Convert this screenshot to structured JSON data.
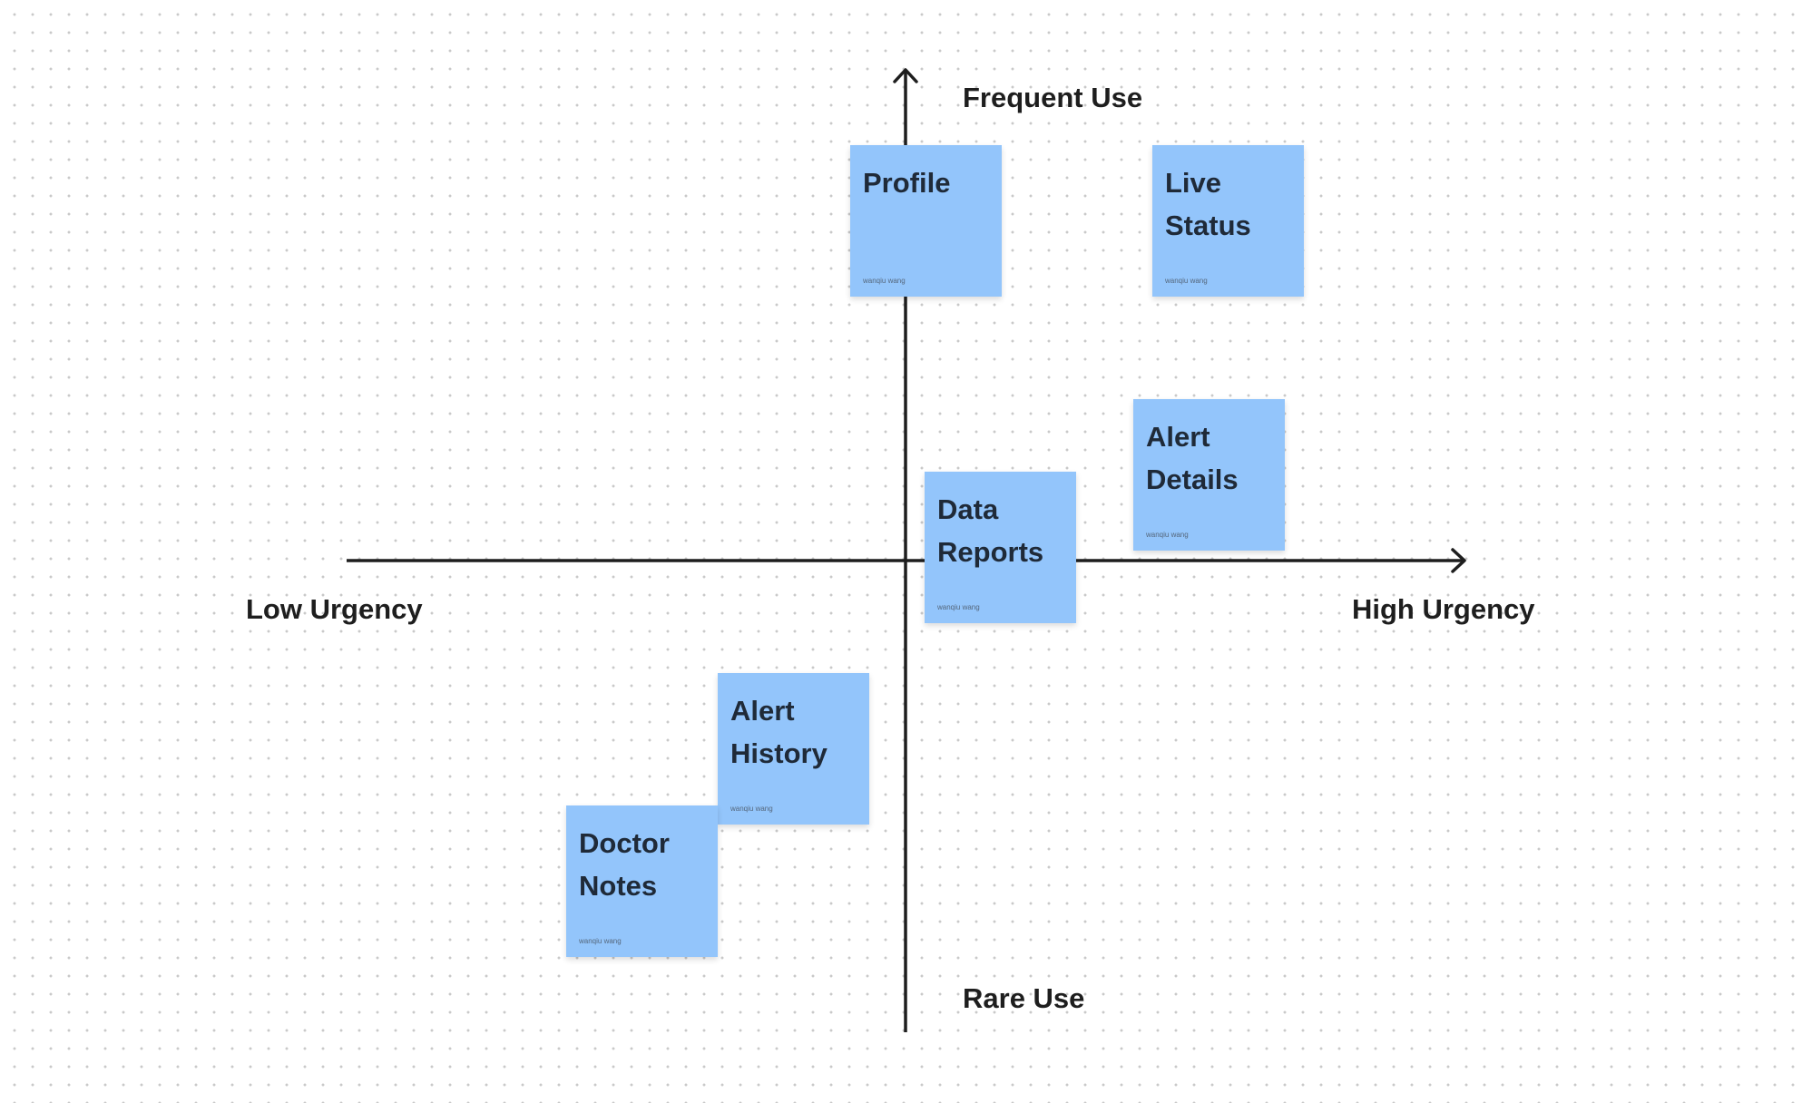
{
  "axes": {
    "top_label": "Frequent Use",
    "bottom_label": "Rare Use",
    "left_label": "Low Urgency",
    "right_label": "High Urgency"
  },
  "notes": [
    {
      "lines": [
        "Profile"
      ],
      "author": "wanqiu wang",
      "color": "#93c5fb"
    },
    {
      "lines": [
        "Live",
        "Status"
      ],
      "author": "wanqiu wang",
      "color": "#93c5fb"
    },
    {
      "lines": [
        "Alert",
        "Details"
      ],
      "author": "wanqiu wang",
      "color": "#93c5fb"
    },
    {
      "lines": [
        "Data",
        "Reports"
      ],
      "author": "wanqiu wang",
      "color": "#93c5fb"
    },
    {
      "lines": [
        "Alert",
        "History"
      ],
      "author": "wanqiu wang",
      "color": "#93c5fb"
    },
    {
      "lines": [
        "Doctor",
        "Notes"
      ],
      "author": "wanqiu wang",
      "color": "#93c5fb"
    }
  ],
  "colors": {
    "axis": "#1e1e1e",
    "note": "#93c5fb",
    "note_text": "#1f2a38"
  }
}
